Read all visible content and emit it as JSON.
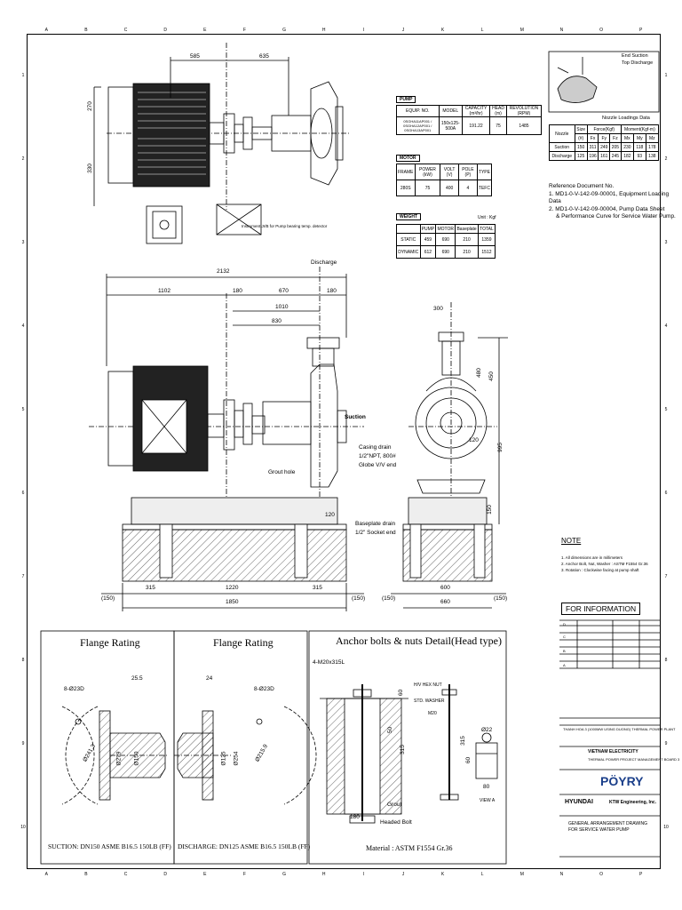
{
  "pump_table": {
    "tag": "PUMP",
    "headers": [
      "EQUIP. NO.",
      "MODEL",
      "CAPACITY (m³/hr)",
      "HEAD (m)",
      "REVOLUTION (RPM)"
    ],
    "row": {
      "equip": "0SGHA11AP001 / 0SGHA12AP001 / 0SGHA13AP001",
      "model": "150x125-500A",
      "capacity": "191.22",
      "head": "75",
      "rev": "1485"
    }
  },
  "motor_table": {
    "tag": "MOTOR",
    "headers": [
      "FRAME",
      "POWER (kW)",
      "VOLT (V)",
      "POLE (P)",
      "TYPE"
    ],
    "row": [
      "280S",
      "75",
      "400",
      "4",
      "TEFC"
    ]
  },
  "weight_table": {
    "tag": "WEIGHT",
    "unit": "Unit : Kgf",
    "headers": [
      "",
      "PUMP",
      "MOTOR",
      "Baseplate",
      "TOTAL"
    ],
    "rows": [
      [
        "STATIC",
        "459",
        "690",
        "210",
        "1359"
      ],
      [
        "DYNAMIC",
        "612",
        "690",
        "210",
        "1512"
      ]
    ]
  },
  "nozzle": {
    "end_suction": "End Suction",
    "top_discharge": "Top Discharge",
    "title": "Nozzle Loadings Data",
    "headers": [
      "Nozzle",
      "Size",
      "Force(Kgf)",
      "Moment(Kgf-m)"
    ],
    "subheaders": [
      "(#)",
      "Fx",
      "Fy",
      "Fz",
      "Mx",
      "My",
      "Mz"
    ],
    "rows": [
      [
        "Suction",
        "150",
        "311",
        "249",
        "205",
        "230",
        "118",
        "178"
      ],
      [
        "Discharge",
        "125",
        "196",
        "161",
        "245",
        "182",
        "93",
        "138"
      ]
    ]
  },
  "reference": {
    "title": "Reference Document No.",
    "items": [
      "1. MD1-0-V-142-09-00001, Equipment Loading Data",
      "2. MD1-0-V-142-09-00004, Pump Data Sheet",
      "& Performance Curve for Service Water Pump."
    ]
  },
  "note": {
    "title": "NOTE",
    "items": [
      "1. All dimensions are in millimeters",
      "2. Anchor Bolt, Nut, Washer : ASTM F1554 Gr.36",
      "3. Rotation : Clockwise facing at pump shaft"
    ]
  },
  "for_information": "FOR INFORMATION",
  "plan_view": {
    "dims": [
      "585",
      "635",
      "270",
      "330"
    ],
    "instrument": "Instrument Jr/B for Pump bearing temp. detector"
  },
  "elevation": {
    "dims_top": [
      "2132",
      "1102",
      "180",
      "670",
      "180",
      "1010",
      "830"
    ],
    "dims_bottom": [
      "(150)",
      "315",
      "1220",
      "315",
      "(150)",
      "1850",
      "120"
    ],
    "discharge": "Discharge",
    "suction": "Suction",
    "casing_drain": "Casing drain",
    "casing_drain_spec": "1/2\"NPT, 800#",
    "globe": "Globe V/V end",
    "grout_hole": "Grout hole",
    "baseplate_drain": "Baseplate drain",
    "socket": "1/2\" Socket end"
  },
  "end_view": {
    "dims": [
      "300",
      "480",
      "450",
      "995",
      "150",
      "(150)",
      "600",
      "660",
      "(150)",
      "120"
    ]
  },
  "flange_left": {
    "title": "Flange Rating",
    "dims": [
      "8-Ø23D",
      "25.5",
      "Ø241.3",
      "Ø279",
      "Ø150"
    ],
    "caption": "SUCTION: DN150 ASME B16.5 150LB (FF)"
  },
  "flange_right": {
    "title": "Flange Rating",
    "dims": [
      "24",
      "8-Ø23D",
      "Ø125",
      "Ø254",
      "Ø215.9"
    ],
    "caption": "DISCHARGE: DN125 ASME B16.5 150LB (FF)"
  },
  "anchor": {
    "title": "Anchor bolts & nuts Detail(Head type)",
    "bolt": "4-M20x315L",
    "hexnut": "H/V HEX NUT",
    "washer": "STD. WASHER",
    "m20": "M20",
    "dims": [
      "60",
      "50",
      "315",
      "315",
      "Ø22",
      "60",
      "80",
      "180"
    ],
    "grout": "Grout",
    "headed_bolt": "Headed Bolt",
    "view": "VIEW A",
    "material": "Material : ASTM F1554 Gr.36"
  },
  "title_block": {
    "project": "THANH HOA 3 (1000MW USING DUONG) THERMAL POWER PLANT",
    "employer": "VIETNAM ELECTRICITY",
    "employer_sub": "THERMAL POWER PROJECT MANAGEMENT BOARD 3",
    "consultant": "PÖYRY",
    "contractor": "HYUNDAI",
    "subcontractor": "KTW Engineering, Inc.",
    "drawing_title": "GENERAL ARRANGEMENT DRAWING FOR SERVICE WATER PUMP",
    "issued": "FOR INFORMATION",
    "rev_labels": [
      "A",
      "B",
      "C",
      "D"
    ]
  },
  "zones": {
    "letters": [
      "A",
      "B",
      "C",
      "D",
      "E",
      "F",
      "G",
      "H",
      "I",
      "J",
      "K",
      "L",
      "M",
      "N",
      "O",
      "P"
    ],
    "numbers": [
      "1",
      "2",
      "3",
      "4",
      "5",
      "6",
      "7",
      "8",
      "9",
      "10"
    ]
  }
}
